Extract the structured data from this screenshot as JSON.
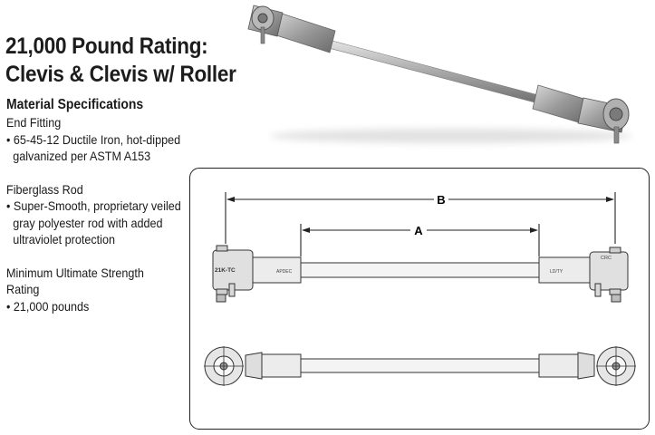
{
  "title": {
    "line1": "21,000 Pound Rating:",
    "line2": "Clevis & Clevis w/ Roller"
  },
  "specs": {
    "heading": "Material Specifications",
    "end_fitting": {
      "label": "End Fitting",
      "bullet": "• 65-45-12 Ductile Iron, hot-dipped galvanized per ASTM A153"
    },
    "rod": {
      "label": "Fiberglass Rod",
      "bullet": "• Super-Smooth, proprietary veiled gray polyester rod with added ultraviolet protection"
    },
    "strength": {
      "label": "Minimum Ultimate Strength Rating",
      "bullet": "• 21,000 pounds"
    }
  },
  "drawing": {
    "dim_a": "A",
    "dim_b": "B",
    "left_fitting_stamp": "21K-TC",
    "left_sleeve_stamp": "APDEC",
    "right_sleeve_stamp": "LD/TY",
    "right_fitting_stamp": "CRC"
  }
}
